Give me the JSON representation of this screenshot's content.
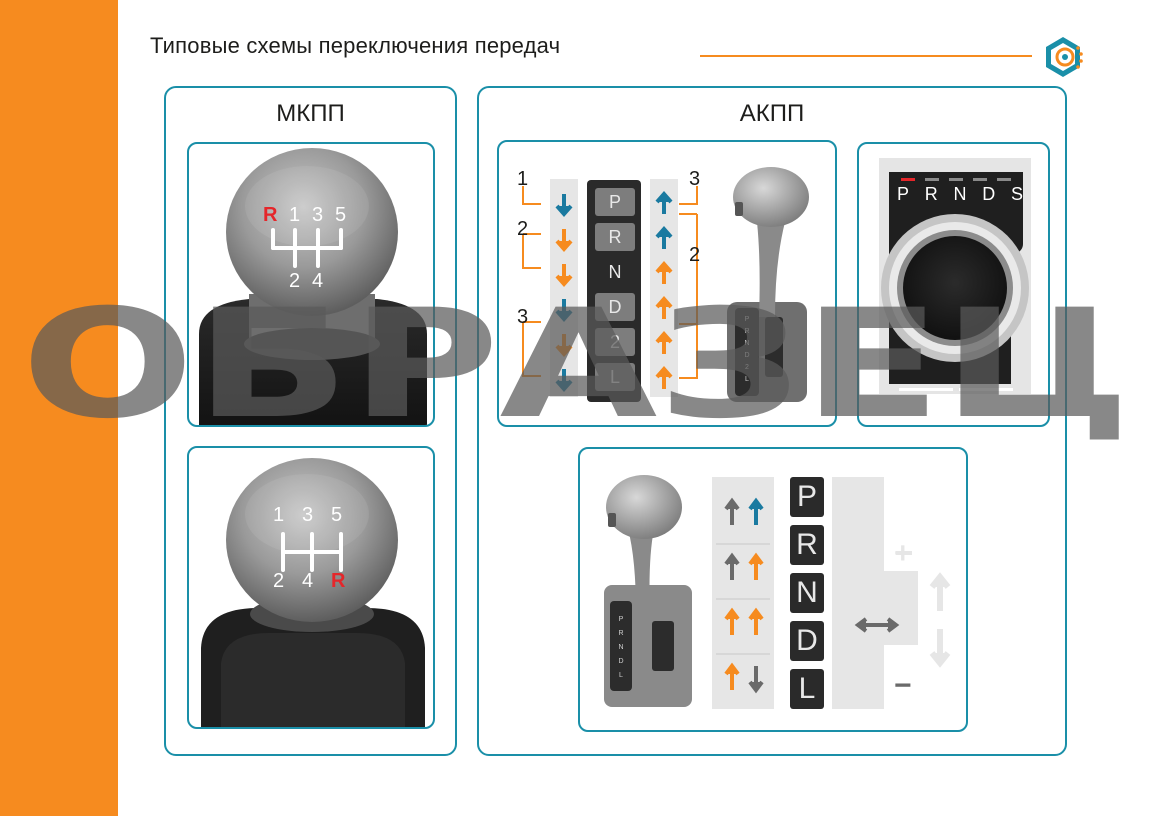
{
  "header": {
    "title": "Типовые схемы переключения передач"
  },
  "colors": {
    "accent": "#f68b1f",
    "teal": "#1a8fa8",
    "arrow_blue": "#1a7aa0",
    "arrow_orange": "#f68b1f",
    "red_mark": "#e5262a"
  },
  "manual": {
    "title": "МКПП",
    "knob1": {
      "top_row": [
        "R",
        "1",
        "3",
        "5"
      ],
      "bottom_row": [
        "2",
        "4"
      ],
      "reverse_highlight": "R"
    },
    "knob2": {
      "top_row": [
        "1",
        "3",
        "5"
      ],
      "bottom_row": [
        "2",
        "4",
        "R"
      ],
      "reverse_highlight": "R"
    }
  },
  "automatic": {
    "title": "АКПП",
    "scheme1": {
      "left_labels": [
        "1",
        "2",
        "3"
      ],
      "right_labels": [
        "3",
        "2"
      ],
      "gears": [
        "P",
        "R",
        "N",
        "D",
        "2",
        "L"
      ],
      "lever_gears": [
        "P",
        "R",
        "N",
        "D",
        "2",
        "L"
      ]
    },
    "scheme2": {
      "gears": [
        "P",
        "R",
        "N",
        "D",
        "S"
      ]
    },
    "scheme3": {
      "gears": [
        "P",
        "R",
        "N",
        "D",
        "L"
      ],
      "lever_gears": [
        "P",
        "R",
        "N",
        "D",
        "L"
      ],
      "plus": "+",
      "minus": "−"
    }
  },
  "watermark": {
    "text": "ОБРАЗЕЦ"
  },
  "icons": {
    "logo": "hexagon-gear-logo-icon"
  }
}
